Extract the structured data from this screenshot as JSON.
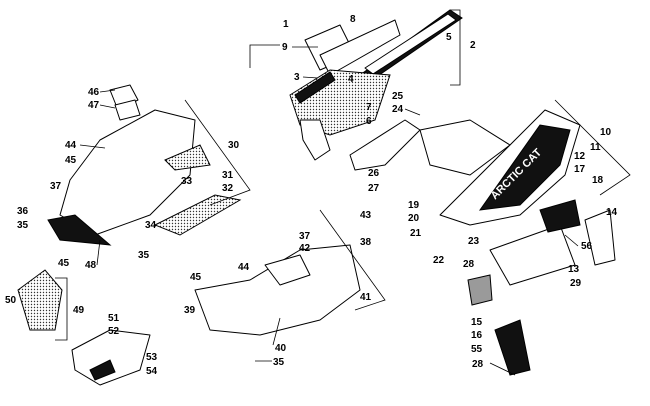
{
  "diagram": {
    "callouts": [
      "1",
      "2",
      "3",
      "4",
      "5",
      "6",
      "7",
      "8",
      "9",
      "10",
      "11",
      "12",
      "13",
      "14",
      "15",
      "16",
      "17",
      "18",
      "19",
      "20",
      "21",
      "22",
      "23",
      "24",
      "25",
      "26",
      "27",
      "28",
      "28",
      "29",
      "30",
      "31",
      "32",
      "33",
      "34",
      "35",
      "35",
      "35",
      "36",
      "37",
      "37",
      "38",
      "39",
      "40",
      "41",
      "42",
      "43",
      "44",
      "44",
      "45",
      "45",
      "45",
      "46",
      "47",
      "48",
      "49",
      "50",
      "51",
      "52",
      "53",
      "54",
      "55",
      "56"
    ],
    "brand_text": "ARCTIC CAT"
  }
}
